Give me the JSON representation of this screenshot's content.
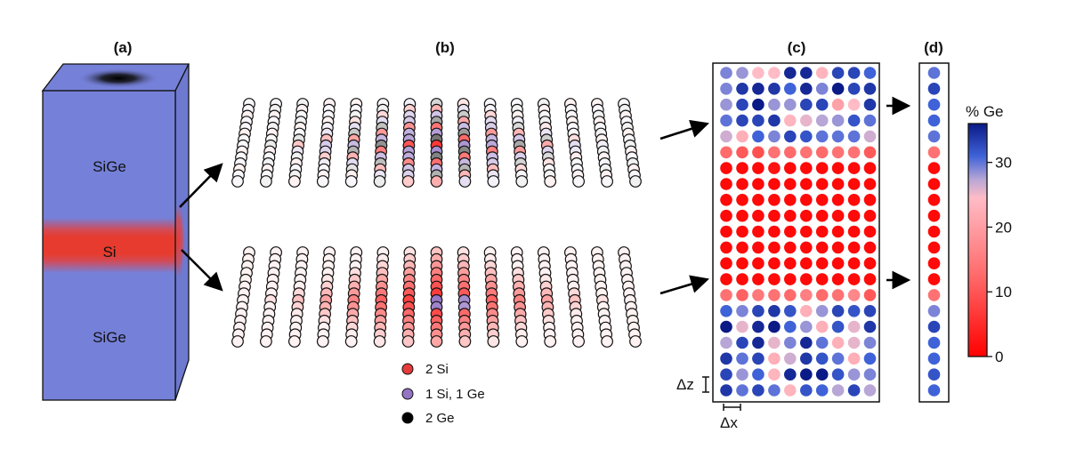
{
  "panels": {
    "a": {
      "label": "(a)",
      "regions": [
        {
          "name": "top-sige",
          "text": "SiGe"
        },
        {
          "name": "si-well",
          "text": "Si"
        },
        {
          "name": "bottom-sige",
          "text": "SiGe"
        }
      ],
      "colors": {
        "sige": "#7580d8",
        "si": "#e63b2e",
        "side": "#6e79d0"
      }
    },
    "b": {
      "label": "(b)",
      "legend": [
        {
          "text": "2 Si",
          "color": "#e63b3b"
        },
        {
          "text": "1 Si, 1 Ge",
          "color": "#9475c4"
        },
        {
          "text": "2 Ge",
          "color": "#000000"
        }
      ]
    },
    "c": {
      "label": "(c)",
      "dz_label": "Δz",
      "dx_label": "Δx"
    },
    "d": {
      "label": "(d)"
    }
  },
  "colorbar": {
    "title": "% Ge",
    "min": 0,
    "max": 36,
    "ticks": [
      0,
      10,
      20,
      30
    ]
  },
  "chart_data": {
    "type": "heatmap",
    "title": "% Ge map of Si/SiGe quantum well",
    "xlabel": "Δx",
    "ylabel": "Δz",
    "colorbar_label": "% Ge",
    "colorbar_range": [
      0,
      36
    ],
    "colorbar_ticks": [
      0,
      10,
      20,
      30
    ],
    "c_grid": [
      [
        29,
        28,
        24,
        24,
        35,
        35,
        23,
        33,
        33,
        31
      ],
      [
        29,
        34,
        35,
        34,
        31,
        35,
        29,
        36,
        33,
        34
      ],
      [
        28,
        33,
        36,
        28,
        28,
        33,
        33,
        20,
        24,
        34
      ],
      [
        30,
        33,
        33,
        34,
        23,
        25,
        27,
        28,
        32,
        30
      ],
      [
        26,
        22,
        31,
        29,
        33,
        32,
        30,
        30,
        30,
        26
      ],
      [
        12,
        10,
        9,
        13,
        12,
        13,
        12,
        13,
        13,
        10
      ],
      [
        1,
        1,
        1,
        2,
        1,
        1,
        1,
        1,
        1,
        1
      ],
      [
        1,
        1,
        1,
        1,
        1,
        1,
        1,
        1,
        1,
        1
      ],
      [
        1,
        1,
        1,
        1,
        1,
        1,
        1,
        1,
        1,
        1
      ],
      [
        1,
        1,
        1,
        1,
        1,
        1,
        1,
        1,
        1,
        1
      ],
      [
        1,
        1,
        1,
        1,
        1,
        1,
        1,
        1,
        1,
        1
      ],
      [
        1,
        1,
        1,
        1,
        1,
        1,
        1,
        1,
        1,
        1
      ],
      [
        1,
        1,
        1,
        1,
        1,
        1,
        1,
        1,
        1,
        1
      ],
      [
        1,
        1,
        1,
        1,
        1,
        1,
        1,
        1,
        1,
        1
      ],
      [
        13,
        11,
        14,
        13,
        12,
        15,
        12,
        13,
        16,
        10
      ],
      [
        31,
        29,
        33,
        34,
        32,
        22,
        28,
        33,
        32,
        33
      ],
      [
        36,
        25,
        35,
        36,
        31,
        28,
        22,
        32,
        25,
        34
      ],
      [
        27,
        33,
        35,
        25,
        29,
        35,
        30,
        22,
        25,
        29
      ],
      [
        34,
        30,
        33,
        22,
        26,
        34,
        32,
        30,
        22,
        31
      ],
      [
        33,
        28,
        31,
        23,
        35,
        36,
        36,
        32,
        28,
        29
      ],
      [
        34,
        30,
        33,
        30,
        23,
        32,
        31,
        27,
        33,
        27
      ]
    ],
    "d_column": [
      30,
      33,
      31,
      31,
      30,
      13,
      1,
      1,
      1,
      1,
      1,
      1,
      1,
      1,
      13,
      29,
      33,
      31,
      31,
      32,
      31
    ]
  }
}
